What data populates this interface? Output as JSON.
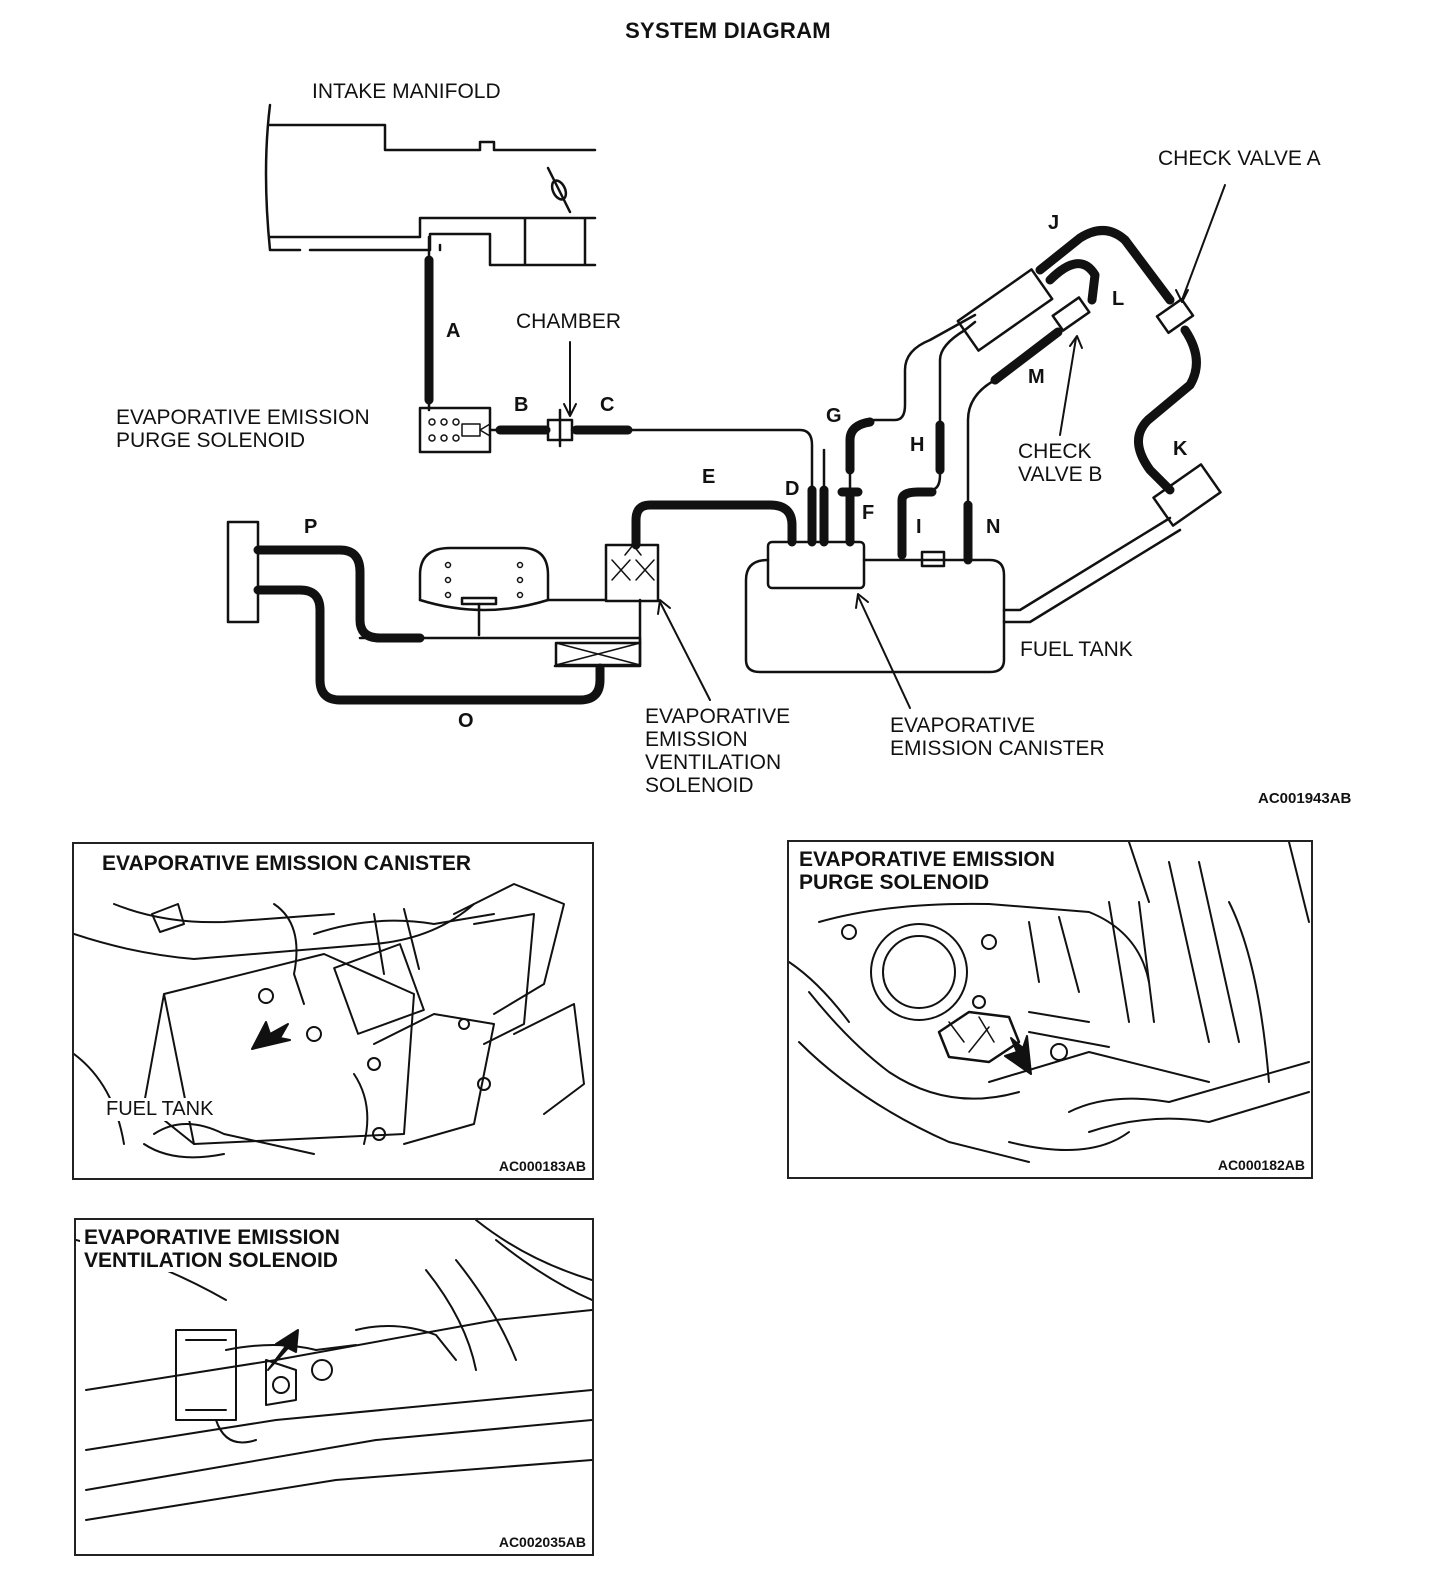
{
  "title": "SYSTEM DIAGRAM",
  "labels": {
    "intake_manifold": "INTAKE MANIFOLD",
    "chamber": "CHAMBER",
    "purge_solenoid": "EVAPORATIVE EMISSION\nPURGE SOLENOID",
    "check_valve_a": "CHECK VALVE A",
    "check_valve_b": "CHECK\nVALVE B",
    "fuel_tank": "FUEL TANK",
    "ventilation_solenoid": "EVAPORATIVE\nEMISSION\nVENTILATION\nSOLENOID",
    "canister": "EVAPORATIVE\nEMISSION CANISTER"
  },
  "hose_letters": [
    "A",
    "B",
    "C",
    "D",
    "E",
    "F",
    "G",
    "H",
    "I",
    "J",
    "K",
    "L",
    "M",
    "N",
    "O",
    "P"
  ],
  "diagram_code": "AC001943AB",
  "panels": {
    "canister": {
      "title": "EVAPORATIVE EMISSION CANISTER",
      "label": "FUEL TANK",
      "code": "AC000183AB"
    },
    "purge": {
      "title": "EVAPORATIVE EMISSION\nPURGE SOLENOID",
      "code": "AC000182AB"
    },
    "ventilation": {
      "title": "EVAPORATIVE EMISSION\nVENTILATION SOLENOID",
      "code": "AC002035AB"
    }
  }
}
